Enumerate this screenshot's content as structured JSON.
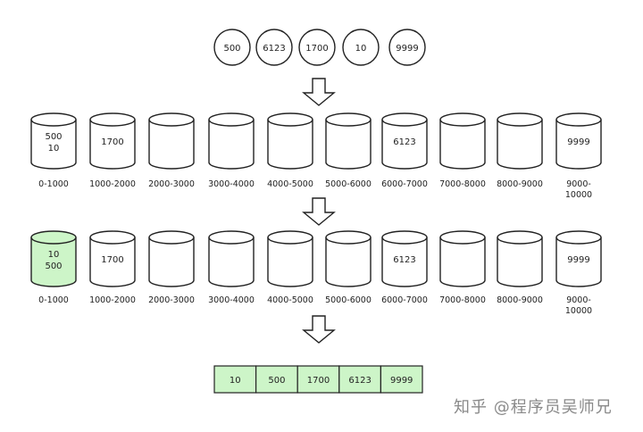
{
  "input_numbers": [
    "500",
    "6123",
    "1700",
    "10",
    "9999"
  ],
  "stage1": {
    "buckets": [
      {
        "range": "0-1000",
        "items": [
          "500",
          "10"
        ],
        "highlight": false
      },
      {
        "range": "1000-2000",
        "items": [
          "1700"
        ],
        "highlight": false
      },
      {
        "range": "2000-3000",
        "items": [],
        "highlight": false
      },
      {
        "range": "3000-4000",
        "items": [],
        "highlight": false
      },
      {
        "range": "4000-5000",
        "items": [],
        "highlight": false
      },
      {
        "range": "5000-6000",
        "items": [],
        "highlight": false
      },
      {
        "range": "6000-7000",
        "items": [
          "6123"
        ],
        "highlight": false
      },
      {
        "range": "7000-8000",
        "items": [],
        "highlight": false
      },
      {
        "range": "8000-9000",
        "items": [],
        "highlight": false
      },
      {
        "range": "9000-10000",
        "items": [
          "9999"
        ],
        "highlight": false
      }
    ]
  },
  "stage2": {
    "buckets": [
      {
        "range": "0-1000",
        "items": [
          "10",
          "500"
        ],
        "highlight": true
      },
      {
        "range": "1000-2000",
        "items": [
          "1700"
        ],
        "highlight": false
      },
      {
        "range": "2000-3000",
        "items": [],
        "highlight": false
      },
      {
        "range": "3000-4000",
        "items": [],
        "highlight": false
      },
      {
        "range": "4000-5000",
        "items": [],
        "highlight": false
      },
      {
        "range": "5000-6000",
        "items": [],
        "highlight": false
      },
      {
        "range": "6000-7000",
        "items": [
          "6123"
        ],
        "highlight": false
      },
      {
        "range": "7000-8000",
        "items": [],
        "highlight": false
      },
      {
        "range": "8000-9000",
        "items": [],
        "highlight": false
      },
      {
        "range": "9000-10000",
        "items": [
          "9999"
        ],
        "highlight": false
      }
    ]
  },
  "sorted_output": [
    "10",
    "500",
    "1700",
    "6123",
    "9999"
  ],
  "watermark": "知乎 @程序员吴师兄",
  "colors": {
    "stroke": "#222222",
    "highlight_fill": "#cdf5c8",
    "output_fill": "#cdf5c8"
  }
}
